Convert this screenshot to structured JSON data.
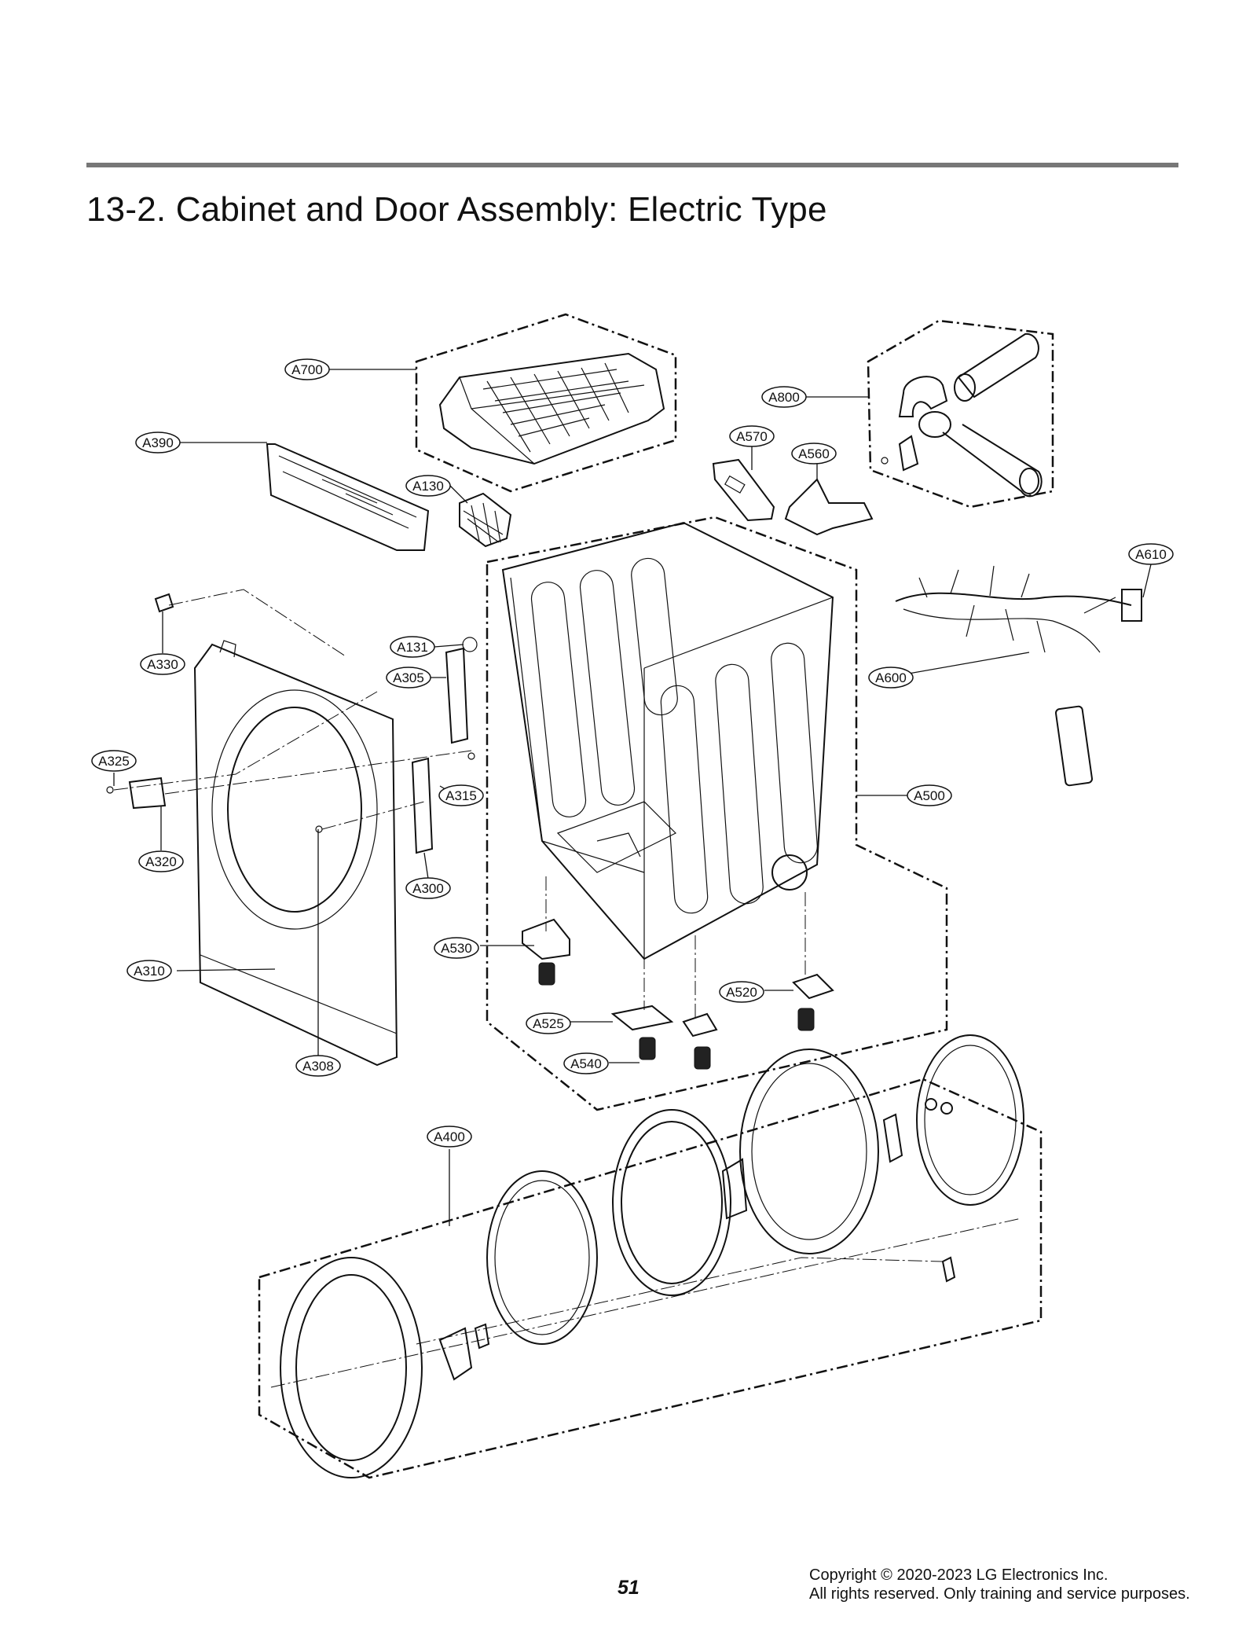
{
  "header": {
    "title": "13-2. Cabinet and Door Assembly: Electric Type"
  },
  "callouts": [
    {
      "id": "A700"
    },
    {
      "id": "A800"
    },
    {
      "id": "A390"
    },
    {
      "id": "A570"
    },
    {
      "id": "A560"
    },
    {
      "id": "A130"
    },
    {
      "id": "A610"
    },
    {
      "id": "A330"
    },
    {
      "id": "A131"
    },
    {
      "id": "A305"
    },
    {
      "id": "A600"
    },
    {
      "id": "A325"
    },
    {
      "id": "A315"
    },
    {
      "id": "A500"
    },
    {
      "id": "A320"
    },
    {
      "id": "A300"
    },
    {
      "id": "A530"
    },
    {
      "id": "A310"
    },
    {
      "id": "A520"
    },
    {
      "id": "A525"
    },
    {
      "id": "A540"
    },
    {
      "id": "A308"
    },
    {
      "id": "A400"
    }
  ],
  "footer": {
    "page_number": "51",
    "copyright_line1": "Copyright © 2020-2023  LG Electronics Inc.",
    "copyright_line2": "All rights reserved. Only training and service purposes."
  },
  "colors": {
    "ink": "#111111",
    "rule": "#777777"
  }
}
